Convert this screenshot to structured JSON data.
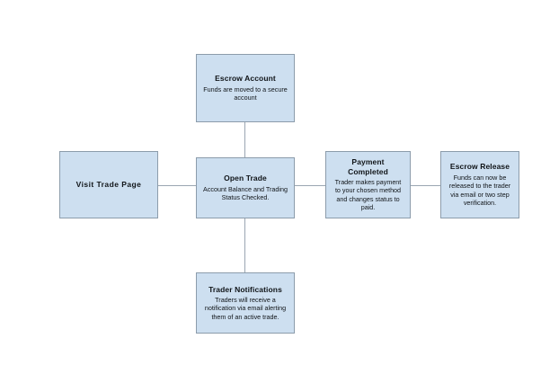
{
  "diagram": {
    "type": "flow-diagram",
    "background_color": "#ffffff",
    "node_fill_color": "#cddff0",
    "node_border_color": "#8c9cab",
    "connector_color": "#9aa6b2",
    "nodes": [
      {
        "id": "escrow-account",
        "title": "Escrow Account",
        "description": "Funds are moved to a secure account"
      },
      {
        "id": "visit-trade-page",
        "title": "Visit Trade Page",
        "description": ""
      },
      {
        "id": "open-trade",
        "title": "Open Trade",
        "description": "Account Balance and Trading Status Checked."
      },
      {
        "id": "payment-completed",
        "title": "Payment Completed",
        "description": "Trader makes payment to your chosen method and changes status to paid."
      },
      {
        "id": "escrow-release",
        "title": "Escrow Release",
        "description": "Funds can now be released to the trader via email or two step verification."
      },
      {
        "id": "trader-notifications",
        "title": "Trader Notifications",
        "description": "Traders will receive a notification via email alerting them of an active trade."
      }
    ],
    "connectors": [
      {
        "id": "escrow-to-open",
        "from": "escrow-account",
        "to": "open-trade",
        "orientation": "vertical"
      },
      {
        "id": "open-to-notify",
        "from": "open-trade",
        "to": "trader-notifications",
        "orientation": "vertical"
      },
      {
        "id": "visit-to-open",
        "from": "visit-trade-page",
        "to": "open-trade",
        "orientation": "horizontal"
      },
      {
        "id": "open-to-payment",
        "from": "open-trade",
        "to": "payment-completed",
        "orientation": "horizontal"
      },
      {
        "id": "payment-to-release",
        "from": "payment-completed",
        "to": "escrow-release",
        "orientation": "horizontal"
      }
    ]
  }
}
